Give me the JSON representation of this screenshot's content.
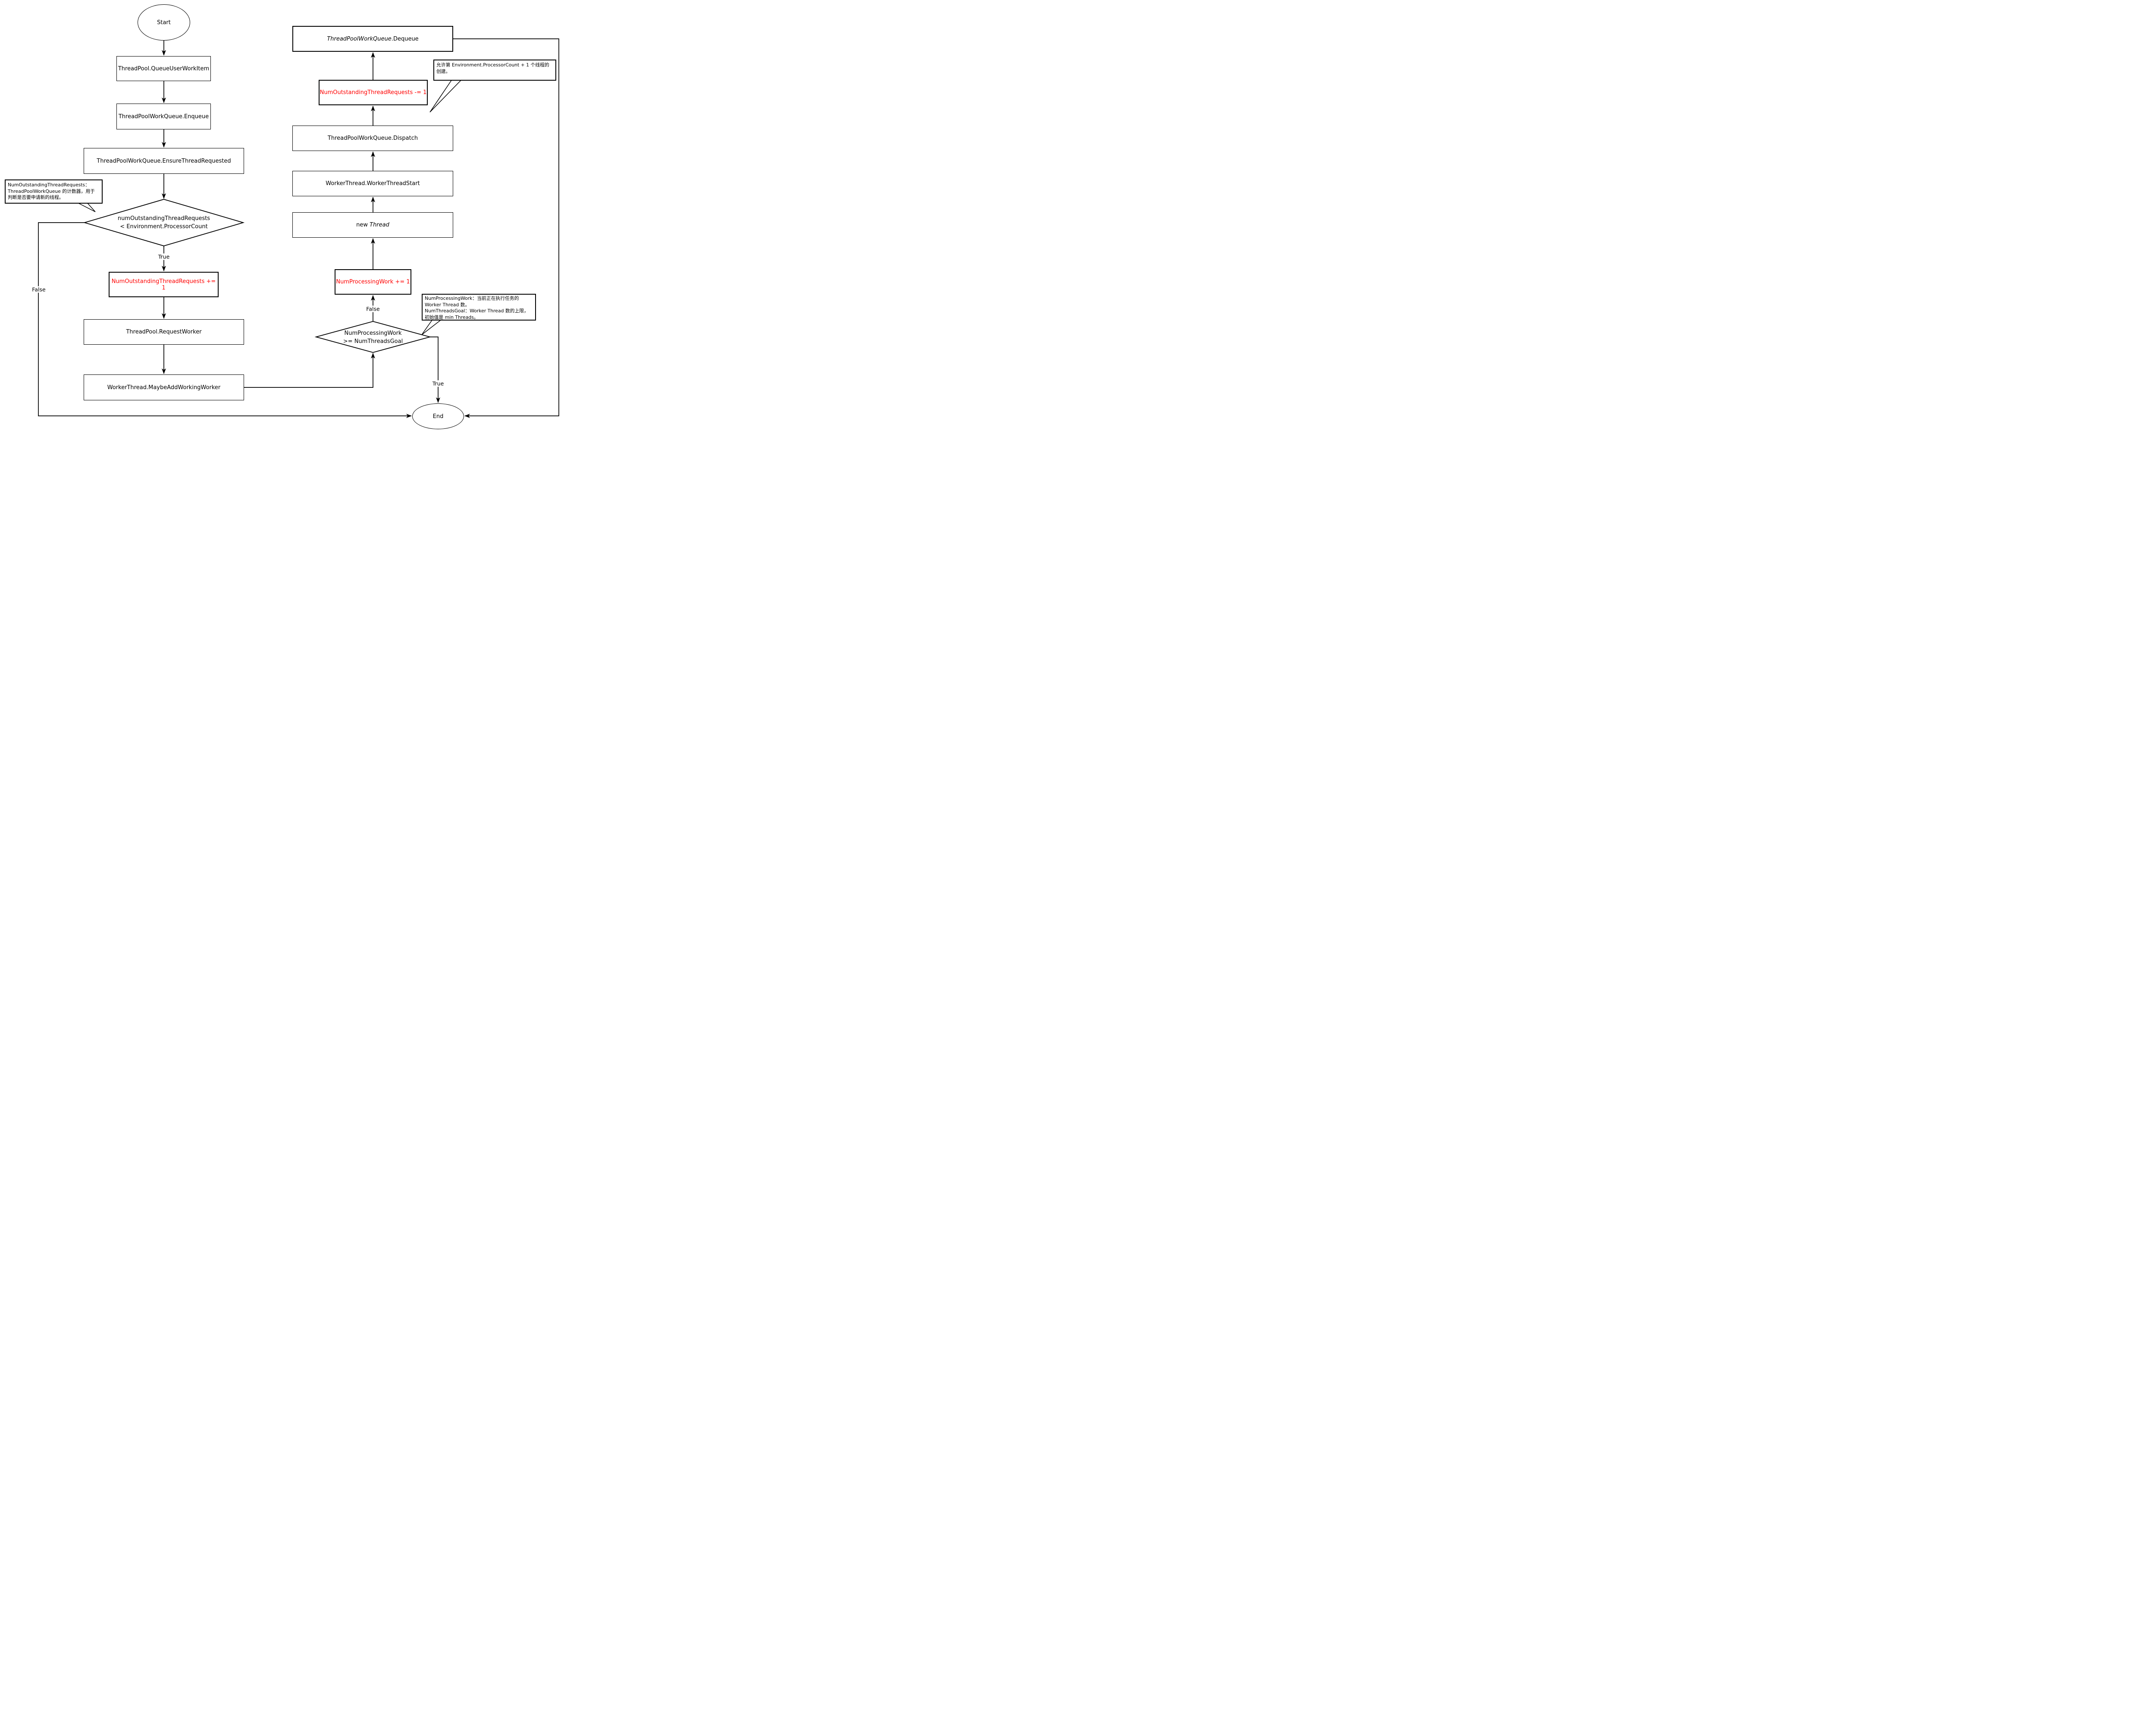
{
  "colors": {
    "highlight": "#ff0000",
    "stroke": "#000000",
    "background": "#ffffff"
  },
  "flowchart": {
    "nodes": {
      "start": {
        "label": "Start"
      },
      "queue_user_work_item": {
        "label": "ThreadPool.QueueUserWorkItem"
      },
      "enqueue": {
        "label": "ThreadPoolWorkQueue.Enqueue"
      },
      "ensure_thread_requested": {
        "label": "ThreadPoolWorkQueue.EnsureThreadRequested"
      },
      "check_outstanding": {
        "line1": "numOutstandingThreadRequests",
        "line2": "< Environment.ProcessorCount"
      },
      "increment_outstanding": {
        "label": "NumOutstandingThreadRequests += 1"
      },
      "request_worker": {
        "label": "ThreadPool.RequestWorker"
      },
      "maybe_add_working_worker": {
        "label": "WorkerThread.MaybeAddWorkingWorker"
      },
      "check_processing": {
        "line1": "NumProcessingWork",
        "line2": ">= NumThreadsGoal"
      },
      "increment_processing": {
        "label": "NumProcessingWork += 1"
      },
      "new_thread": {
        "prefix": "new ",
        "italic": "Thread"
      },
      "worker_thread_start": {
        "label": "WorkerThread.WorkerThreadStart"
      },
      "dispatch": {
        "label": "ThreadPoolWorkQueue.Dispatch"
      },
      "decrement_outstanding": {
        "label": "NumOutstandingThreadRequests -= 1"
      },
      "dequeue": {
        "italic": "ThreadPoolWorkQueue",
        "suffix": ".Dequeue"
      },
      "end": {
        "label": "End"
      }
    },
    "edge_labels": {
      "outstanding_true": "True",
      "outstanding_false": "False",
      "processing_false": "False",
      "processing_true": "True"
    },
    "callouts": {
      "outstanding_note": {
        "lines": [
          "NumOutstandingThreadRequests：",
          "ThreadPoolWorkQueue 的计数器，用于",
          "判断是否要申请新的线程。"
        ]
      },
      "processor_count_note": {
        "lines": [
          "允许第 Environment.ProcessorCount + 1 个线程的",
          "创建。"
        ]
      },
      "threads_goal_note": {
        "lines": [
          "NumProcessingWork：当前正在执行任务的",
          "Worker Thread 数。",
          "NumThreadsGoal：Worker Thread 数的上限，",
          "初始值是 min Threads。"
        ]
      }
    }
  }
}
